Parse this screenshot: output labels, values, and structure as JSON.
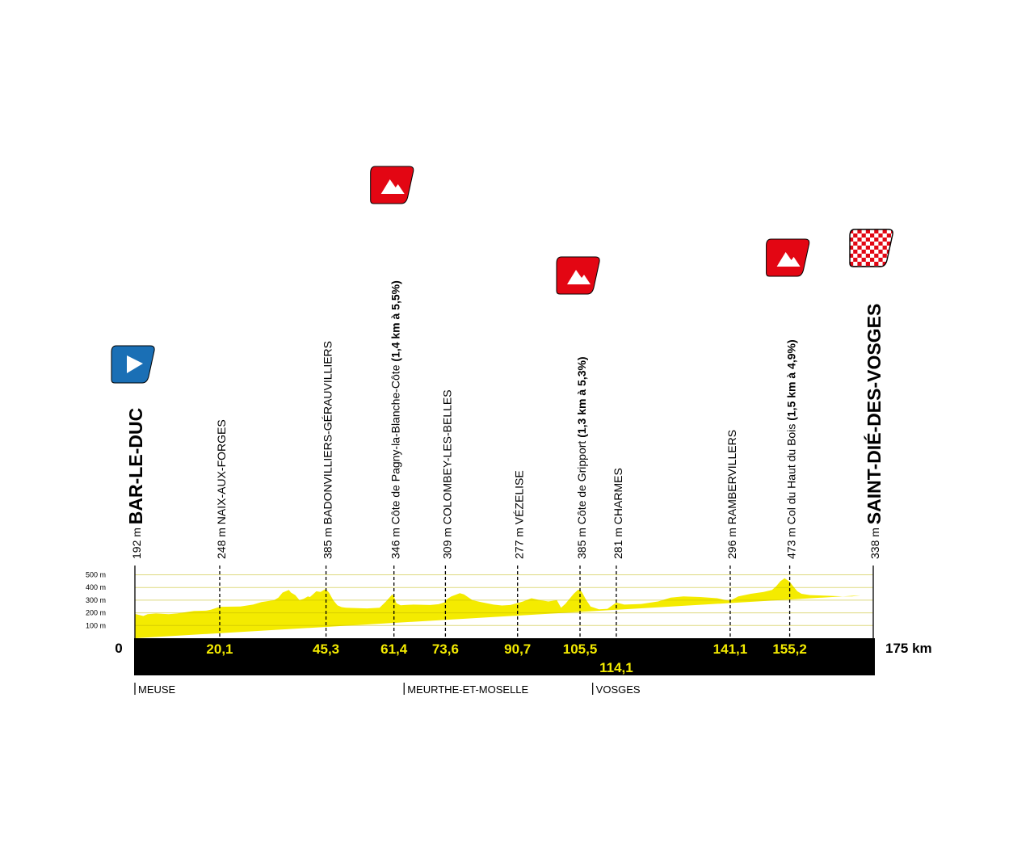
{
  "chart_data": {
    "type": "area",
    "title": "",
    "xlabel": "",
    "ylabel": "",
    "x_unit": "km",
    "xlim": [
      0,
      175
    ],
    "ylim": [
      0,
      500
    ],
    "y_ticks": [
      {
        "value": 100,
        "label": "100 m"
      },
      {
        "value": 200,
        "label": "200 m"
      },
      {
        "value": 300,
        "label": "300 m"
      },
      {
        "value": 400,
        "label": "400 m"
      },
      {
        "value": 500,
        "label": "500 m"
      }
    ],
    "start_label": "0",
    "end_label": "175 km",
    "fill_color": "#f4eb00",
    "band_color": "#000000",
    "km_label_color": "#f4eb00",
    "profile": {
      "x": [
        0,
        2,
        3,
        5,
        8,
        10,
        14,
        17,
        18,
        20.1,
        25,
        28,
        30,
        33,
        34,
        35,
        36.5,
        37,
        38,
        39,
        40,
        41,
        41.5,
        42,
        43,
        44,
        45,
        45.3,
        46,
        47,
        48,
        49,
        50,
        52,
        55,
        58,
        59.5,
        61,
        61.4,
        62,
        63,
        64,
        66,
        70,
        72,
        73.6,
        74,
        75,
        77,
        78,
        80,
        82,
        85,
        87,
        89,
        90.7,
        92,
        94,
        96,
        98,
        100,
        101,
        102,
        103,
        104,
        105,
        105.5,
        106,
        107,
        108,
        110,
        112,
        114.1,
        116,
        120,
        124,
        127,
        130,
        134,
        138,
        140,
        141.1,
        143,
        146,
        149,
        151,
        152,
        153,
        154,
        155.2,
        156,
        157,
        158,
        160,
        164,
        168,
        170,
        172,
        175
      ],
      "y": [
        192,
        175,
        190,
        195,
        190,
        195,
        215,
        218,
        225,
        248,
        250,
        265,
        285,
        300,
        320,
        360,
        380,
        360,
        340,
        300,
        310,
        330,
        325,
        340,
        370,
        365,
        385,
        385,
        360,
        300,
        260,
        245,
        240,
        238,
        235,
        240,
        290,
        346,
        330,
        275,
        260,
        262,
        265,
        262,
        268,
        285,
        309,
        330,
        355,
        345,
        300,
        285,
        265,
        258,
        262,
        277,
        290,
        315,
        300,
        290,
        300,
        240,
        270,
        310,
        350,
        380,
        385,
        360,
        300,
        250,
        228,
        232,
        281,
        265,
        270,
        290,
        320,
        330,
        325,
        315,
        300,
        296,
        330,
        350,
        365,
        380,
        410,
        450,
        473,
        445,
        410,
        370,
        350,
        340,
        335,
        330,
        330,
        338
      ]
    },
    "km_markers": [
      {
        "km": "20,1",
        "x": 20.1,
        "row": 1
      },
      {
        "km": "45,3",
        "x": 45.3,
        "row": 1
      },
      {
        "km": "61,4",
        "x": 61.4,
        "row": 1
      },
      {
        "km": "73,6",
        "x": 73.6,
        "row": 1
      },
      {
        "km": "90,7",
        "x": 90.7,
        "row": 1
      },
      {
        "km": "105,5",
        "x": 105.5,
        "row": 1
      },
      {
        "km": "114,1",
        "x": 114.1,
        "row": 2
      },
      {
        "km": "141,1",
        "x": 141.1,
        "row": 1
      },
      {
        "km": "155,2",
        "x": 155.2,
        "row": 1
      }
    ],
    "waypoints": [
      {
        "x": 0,
        "alt": "192 m",
        "name": "BAR-LE-DUC",
        "detail": "",
        "style": "town",
        "flag": "start",
        "flag_color": "#1a6fb5"
      },
      {
        "x": 20.1,
        "alt": "248 m",
        "name": "NAIX-AUX-FORGES",
        "detail": "",
        "style": "place",
        "flag": "",
        "flag_color": ""
      },
      {
        "x": 45.3,
        "alt": "385 m",
        "name": "BADONVILLIERS-GÉRAUVILLIERS",
        "detail": "",
        "style": "place",
        "flag": "",
        "flag_color": ""
      },
      {
        "x": 61.4,
        "alt": "346 m",
        "name": "Côte de Pagny-la-Blanche-Côte",
        "detail": " (1,4 km à 5,5%)",
        "style": "climb",
        "flag": "climb",
        "flag_color": "#e30613"
      },
      {
        "x": 73.6,
        "alt": "309 m",
        "name": "COLOMBEY-LES-BELLES",
        "detail": "",
        "style": "place",
        "flag": "",
        "flag_color": ""
      },
      {
        "x": 90.7,
        "alt": "277 m",
        "name": "VÉZELISE",
        "detail": "",
        "style": "place",
        "flag": "",
        "flag_color": ""
      },
      {
        "x": 105.5,
        "alt": "385 m",
        "name": "Côte de Gripport",
        "detail": " (1,3 km à 5,3%)",
        "style": "climb",
        "flag": "climb",
        "flag_color": "#e30613"
      },
      {
        "x": 114.1,
        "alt": "281 m",
        "name": "CHARMES",
        "detail": "",
        "style": "place",
        "flag": "",
        "flag_color": ""
      },
      {
        "x": 141.1,
        "alt": "296 m",
        "name": "RAMBERVILLERS",
        "detail": "",
        "style": "place",
        "flag": "",
        "flag_color": ""
      },
      {
        "x": 155.2,
        "alt": "473 m",
        "name": "Col du Haut du Bois",
        "detail": " (1,5 km à 4,9%)",
        "style": "climb",
        "flag": "climb",
        "flag_color": "#e30613"
      },
      {
        "x": 175,
        "alt": "338 m",
        "name": "SAINT-DIÉ-DES-VOSGES",
        "detail": "",
        "style": "town",
        "flag": "finish",
        "flag_color": "#e30613"
      }
    ],
    "departments": [
      {
        "label": "MEUSE",
        "x": 0
      },
      {
        "label": "MEURTHE-ET-MOSELLE",
        "x": 63.8
      },
      {
        "label": "VOSGES",
        "x": 108.5
      }
    ]
  }
}
